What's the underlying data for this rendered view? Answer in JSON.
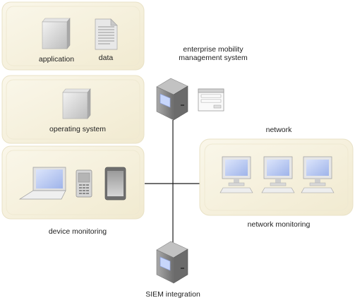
{
  "labels": {
    "application": "application",
    "data": "data",
    "operating_system": "operating system",
    "emm_line1": "enterprise mobility",
    "emm_line2": "management system",
    "network": "network",
    "device_monitoring": "device monitoring",
    "network_monitoring": "network monitoring",
    "siem_integration": "SIEM integration"
  },
  "colors": {
    "panel_fill": "#f6f1dd",
    "panel_edge": "#e9e2c6",
    "connector": "#1a1a1a",
    "screen_blue": "#b9c8f0",
    "server_gray": "#8e8e8e"
  },
  "icons": [
    "application-icon",
    "document-icon",
    "operating-system-icon",
    "server-icon",
    "management-window-icon",
    "laptop-icon",
    "mobile-phone-icon",
    "tablet-icon",
    "desktop-computer-icon"
  ]
}
